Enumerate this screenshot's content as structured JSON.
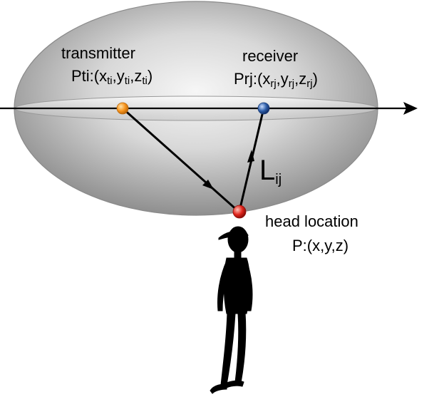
{
  "diagram": {
    "transmitter": {
      "title": "transmitter",
      "point_prefix": "Pti:(",
      "x": "x",
      "x_sub": "ti",
      "comma1": ",",
      "y": "y",
      "y_sub": "ti",
      "comma2": ",",
      "z": "z",
      "z_sub": "ti",
      "close": ")"
    },
    "receiver": {
      "title": "receiver",
      "point_prefix": "Prj:(",
      "x": "x",
      "x_sub": "rj",
      "comma1": ",",
      "y": "y",
      "y_sub": "rj",
      "comma2": ",",
      "z": "z",
      "z_sub": "rj",
      "close": ")"
    },
    "path_length": {
      "symbol": "L",
      "sub": "ij"
    },
    "head": {
      "title": "head location",
      "point": "P:(x,y,z)"
    },
    "colors": {
      "transmitter_dot": "#f7941d",
      "receiver_dot": "#2e5ea8",
      "head_dot": "#e0241b",
      "ellipsoid_light": "#f4f4f4",
      "ellipsoid_dark": "#8c8c8c"
    }
  }
}
